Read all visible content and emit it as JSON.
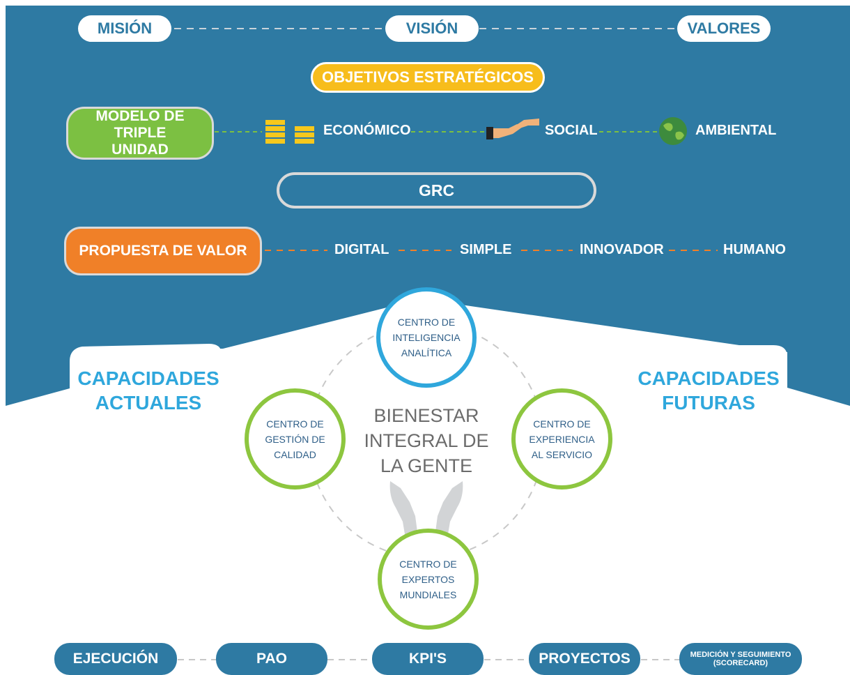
{
  "top": {
    "mision": "MISIÓN",
    "vision": "VISIÓN",
    "valores": "VALORES"
  },
  "objetivos": "OBJETIVOS ESTRATÉGICOS",
  "triple": {
    "label": "MODELO DE TRIPLE UNIDAD",
    "economico": "ECONÓMICO",
    "social": "SOCIAL",
    "ambiental": "AMBIENTAL"
  },
  "grc": "GRC",
  "propuesta": {
    "label": "PROPUESTA DE VALOR",
    "items": [
      "DIGITAL",
      "SIMPLE",
      "INNOVADOR",
      "HUMANO"
    ]
  },
  "capacidades": {
    "actuales": "CAPACIDADES ACTUALES",
    "futuras": "CAPACIDADES FUTURAS"
  },
  "center": "BIENESTAR INTEGRAL DE LA GENTE",
  "centros": {
    "top": "CENTRO DE INTELIGENCIA ANALÍTICA",
    "left": "CENTRO DE GESTIÓN DE CALIDAD",
    "right": "CENTRO DE EXPERIENCIA AL SERVICIO",
    "bottom": "CENTRO DE EXPERTOS MUNDIALES"
  },
  "bottom": {
    "items": [
      "EJECUCIÓN",
      "PAO",
      "KPI'S",
      "PROYECTOS"
    ],
    "medicion": "MEDICIÓN Y SEGUIMIENTO (SCORECARD)"
  },
  "colors": {
    "blue_bg": "#2e7aa3",
    "green": "#7cc042",
    "orange": "#f08028",
    "yellow": "#f7bd1c",
    "light_blue": "#2fa7dc"
  }
}
